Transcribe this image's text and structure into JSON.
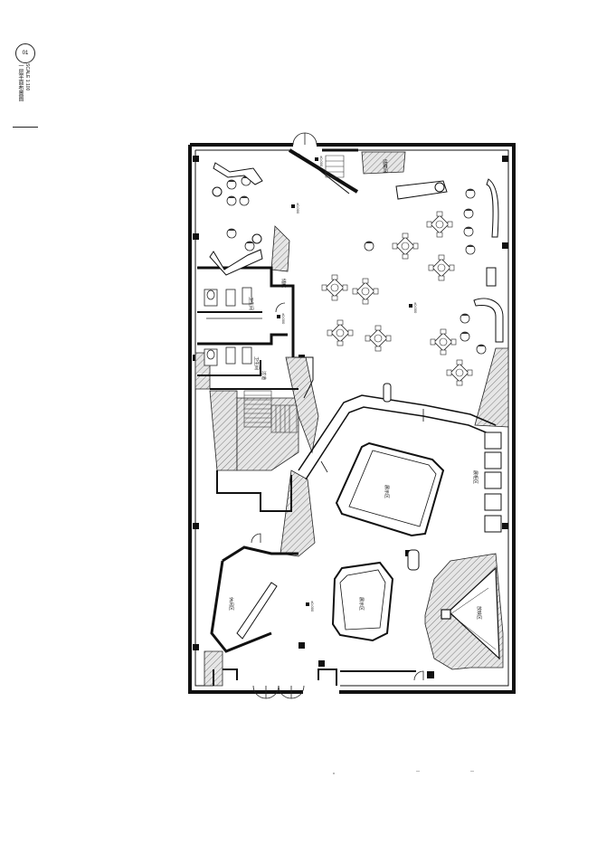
{
  "title_block": {
    "number": "01",
    "title": "一层平面布置图",
    "scale": "SCALE 1:100"
  },
  "room_labels": {
    "restroom_a": "卫生间",
    "restroom_b": "卫生间",
    "store_small": "储藏",
    "upper_store": "储藏间",
    "corridor": "过道",
    "central_stage": "展示区",
    "display_side": "展柜区",
    "lower_display": "展示区",
    "lower_left": "休闲区",
    "triangle_room": "放映区"
  },
  "levels": {
    "l1": "±0.000",
    "l2": "±0.000",
    "l3": "±0.000",
    "l4": "±0.000",
    "l5": "±0.000"
  }
}
